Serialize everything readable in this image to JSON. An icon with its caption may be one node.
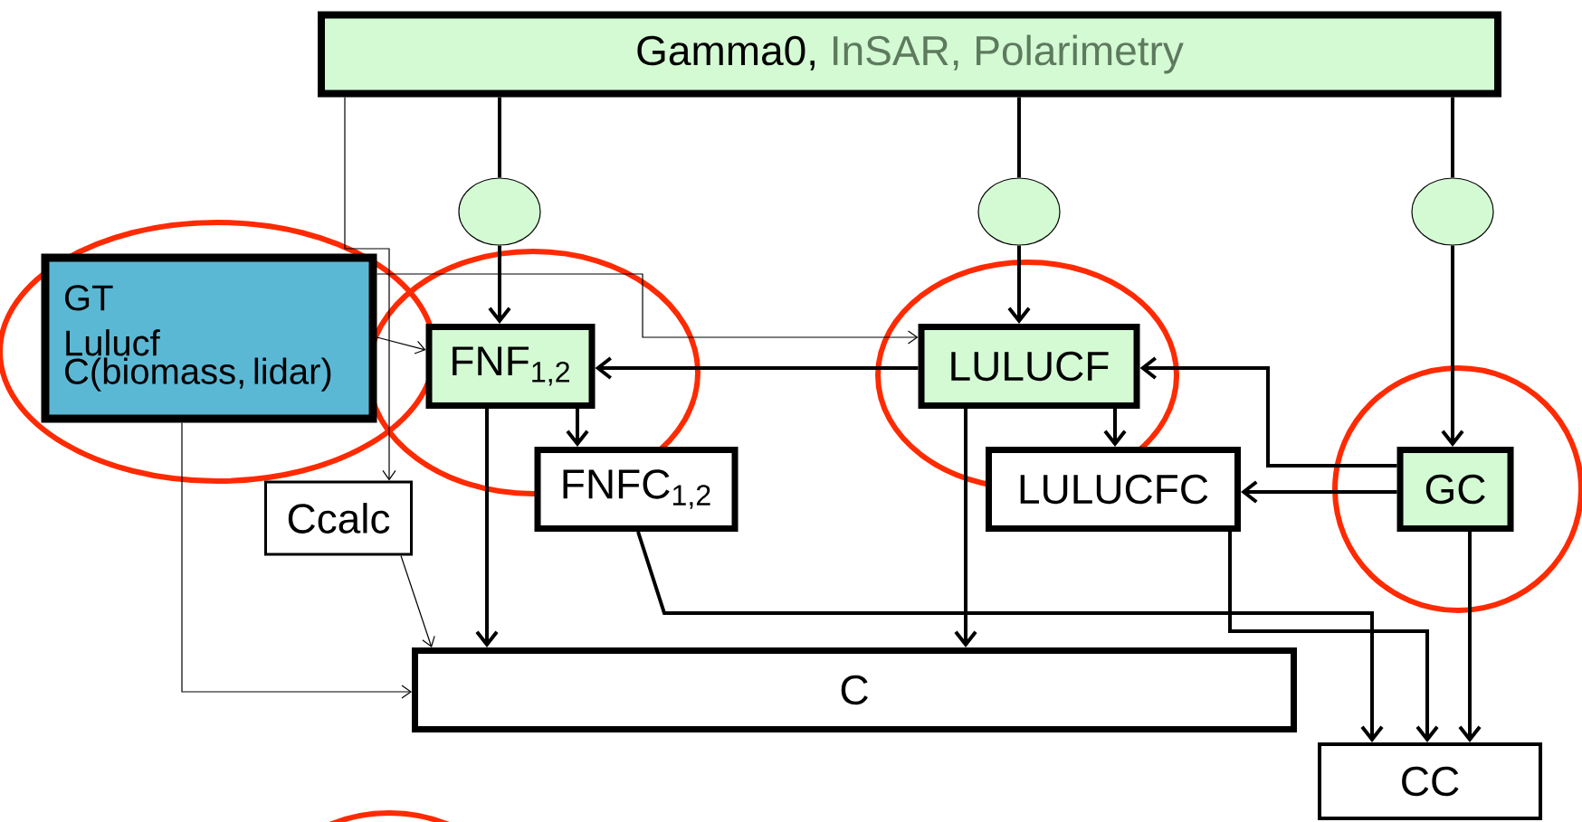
{
  "diagram": {
    "nodes": [
      {
        "text": [
          "Gamma0,",
          "InSAR, Polarimetry"
        ]
      },
      {
        "text": [],
        "shape": "circle"
      },
      {
        "text": [],
        "shape": "circle"
      },
      {
        "text": [],
        "shape": "circle"
      },
      {
        "text": [
          "GT",
          "Lulucf",
          "C(biomass, lidar)"
        ]
      },
      {
        "text": [
          "FNF$_{1,2}$"
        ]
      },
      {
        "text": [
          "LULUCF"
        ]
      },
      {
        "text": [
          "GC"
        ]
      },
      {
        "text": [
          "Ccalc"
        ]
      },
      {
        "text": [
          "FNFC$_{1,2}$"
        ]
      },
      {
        "text": [
          "LULUCFC"
        ]
      },
      {
        "text": [
          "C"
        ]
      },
      {
        "text": [
          "CC"
        ]
      }
    ],
    "edges": [
      {
        "from": 0,
        "to": 1,
        "arrow": "none"
      },
      {
        "from": 1,
        "to": 5,
        "arrow": "to"
      },
      {
        "from": 0,
        "to": 2,
        "arrow": "none"
      },
      {
        "from": 2,
        "to": 6,
        "arrow": "to"
      },
      {
        "from": 0,
        "to": 3,
        "arrow": "none"
      },
      {
        "from": 3,
        "to": 7,
        "arrow": "to"
      },
      {
        "from": 6,
        "to": 5,
        "arrow": "to"
      },
      {
        "from": 7,
        "to": 6,
        "arrow": "to"
      },
      {
        "from": 7,
        "to": 10,
        "arrow": "to"
      },
      {
        "from": 5,
        "to": 9,
        "arrow": "to"
      },
      {
        "from": 6,
        "to": 10,
        "arrow": "to"
      },
      {
        "from": 5,
        "to": 11,
        "arrow": "to"
      },
      {
        "from": 6,
        "to": 11,
        "arrow": "to"
      },
      {
        "from": 9,
        "to": 12,
        "arrow": "to"
      },
      {
        "from": 10,
        "to": 12,
        "arrow": "to"
      },
      {
        "from": 7,
        "to": 12,
        "arrow": "to"
      },
      {
        "from": 0,
        "to": 8,
        "arrow": "to"
      },
      {
        "from": 4,
        "to": 5,
        "arrow": "to"
      },
      {
        "from": 4,
        "to": 6,
        "arrow": "to"
      },
      {
        "from": 8,
        "to": 11,
        "arrow": "to"
      },
      {
        "from": 4,
        "to": 11,
        "arrow": "to"
      }
    ]
  }
}
